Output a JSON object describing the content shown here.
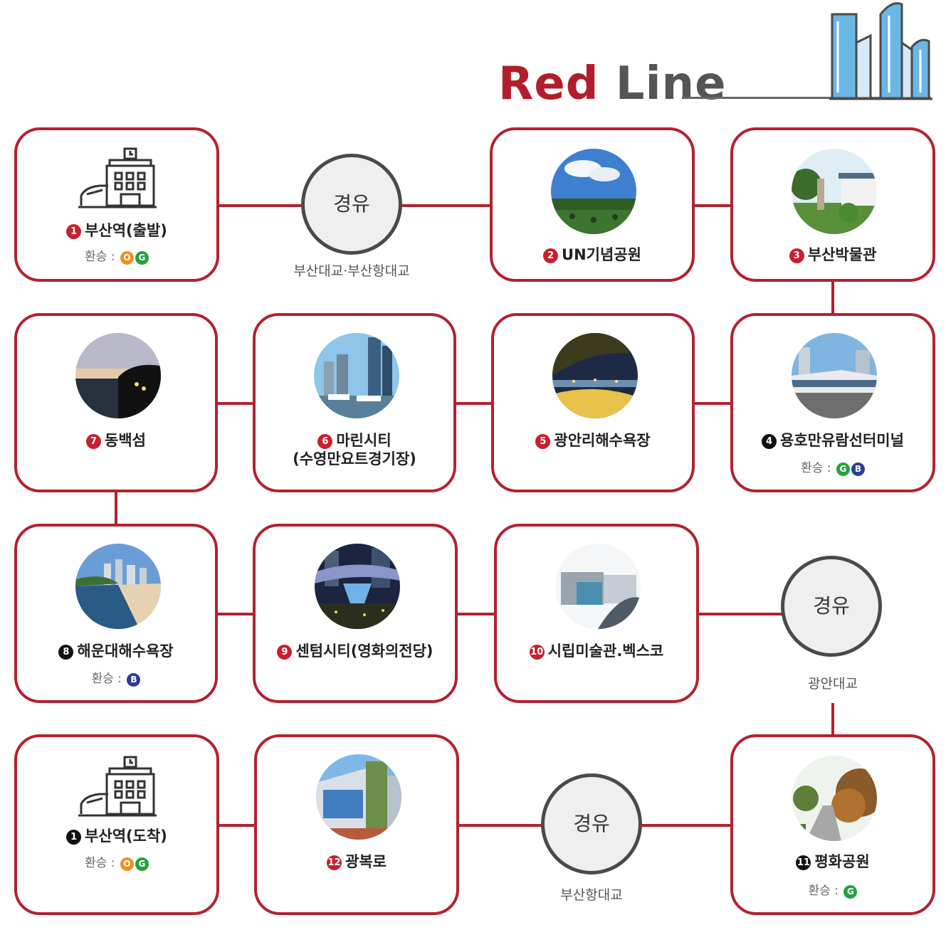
{
  "title": {
    "part1": "Red",
    "part2": "Line"
  },
  "transfer_label": "환승 :",
  "stations": {
    "s1_start": {
      "num": "1",
      "name": "부산역(출발)",
      "transfers": [
        "O",
        "G"
      ]
    },
    "s2": {
      "num": "2",
      "name": "UN기념공원"
    },
    "s3": {
      "num": "3",
      "name": "부산박물관"
    },
    "s4": {
      "num": "4",
      "name": "용호만유람선터미널",
      "transfers": [
        "G",
        "B"
      ]
    },
    "s5": {
      "num": "5",
      "name": "광안리해수욕장"
    },
    "s6": {
      "num": "6",
      "name": "마린시티",
      "name2": "(수영만요트경기장)"
    },
    "s7": {
      "num": "7",
      "name": "동백섬"
    },
    "s8": {
      "num": "8",
      "name": "해운대해수욕장",
      "transfers": [
        "B"
      ]
    },
    "s9": {
      "num": "9",
      "name": "센텀시티(영화의전당)"
    },
    "s10": {
      "num": "10",
      "name": "시립미술관.벡스코"
    },
    "s11": {
      "num": "11",
      "name": "평화공원",
      "transfers": [
        "G"
      ]
    },
    "s12": {
      "num": "12",
      "name": "광복로"
    },
    "s1_end": {
      "num": "1",
      "name": "부산역(도착)",
      "transfers": [
        "O",
        "G"
      ]
    }
  },
  "via_points": [
    {
      "label": "경유",
      "caption": "부산대교·부산항대교"
    },
    {
      "label": "경유",
      "caption": "광안대교"
    },
    {
      "label": "경유",
      "caption": "부산항대교"
    }
  ],
  "colors": {
    "line": "#b22230",
    "accent": "#b01e2c",
    "badge_o": "#f0901e",
    "badge_g": "#22a23f",
    "badge_b": "#2b3d94"
  }
}
